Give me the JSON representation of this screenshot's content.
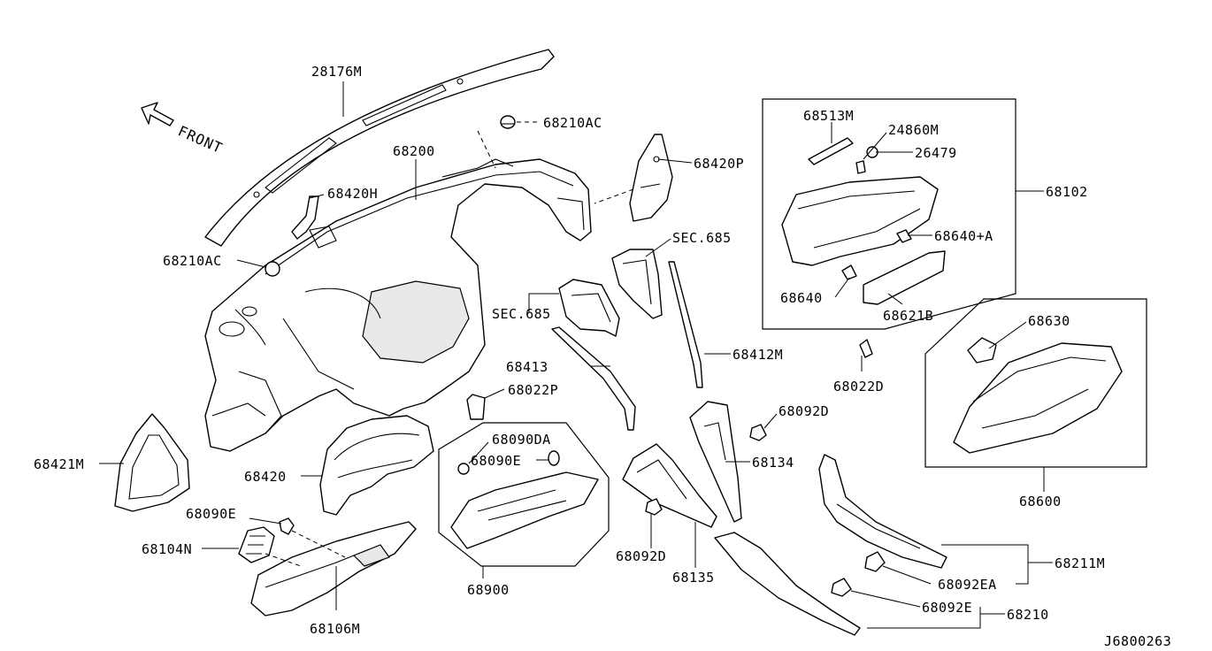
{
  "diagram": {
    "front_label": "FRONT",
    "drawing_id": "J6800263",
    "labels": {
      "p28176M": "28176M",
      "p68210AC_top": "68210AC",
      "p68200": "68200",
      "p68420H": "68420H",
      "p68420P": "68420P",
      "p68210AC_left": "68210AC",
      "sec685_right": "SEC.685",
      "sec685_mid": "SEC.685",
      "p68412M": "68412M",
      "p68413": "68413",
      "p68022P": "68022P",
      "p68421M": "68421M",
      "p68420": "68420",
      "p68090DA": "68090DA",
      "p68090E_box": "68090E",
      "p68090E_left": "68090E",
      "p68104N": "68104N",
      "p68106M": "68106M",
      "p68900": "68900",
      "p68092D_lower": "68092D",
      "p68135": "68135",
      "p68092D_upper": "68092D",
      "p68134": "68134",
      "p68513M": "68513M",
      "p24860M": "24860M",
      "p26479": "26479",
      "p68102": "68102",
      "p68640A": "68640+A",
      "p68640": "68640",
      "p68621B": "68621B",
      "p68022D": "68022D",
      "p68630": "68630",
      "p68600": "68600",
      "p68211M": "68211M",
      "p68092EA": "68092EA",
      "p68092E": "68092E",
      "p68210": "68210"
    }
  }
}
